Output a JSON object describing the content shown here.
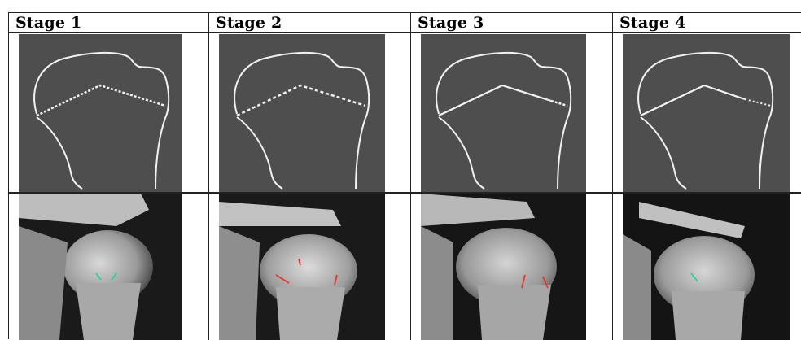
{
  "stages": [
    {
      "label": "Stage 1"
    },
    {
      "label": "Stage 2"
    },
    {
      "label": "Stage 3"
    },
    {
      "label": "Stage 4"
    }
  ],
  "colors": {
    "drawing_background": "#4e4e4e",
    "outline": "#f2f2f2",
    "arrow_green": "#2fd39a",
    "arrow_red": "#e8322a"
  },
  "icons": [
    "green-arrow-icon",
    "red-arrow-icon"
  ]
}
